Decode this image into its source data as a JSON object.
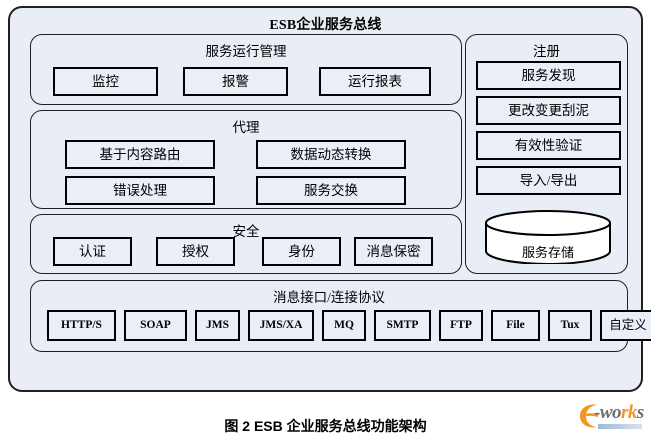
{
  "figure": {
    "title": "ESB企业服务总线",
    "caption": "图 2 ESB 企业服务总线功能架构"
  },
  "colors": {
    "panel_fill": "#e9edf5",
    "box_fill": "#eaeef6",
    "border": "#231f20",
    "box_border": "#000000",
    "logo_orange": "#f7941e",
    "logo_gray": "#6d6e71",
    "logo_bar_blue": "#9fb8d8"
  },
  "groups": {
    "service_runtime_management": {
      "title": "服务运行管理",
      "items": [
        {
          "label": "监控"
        },
        {
          "label": "报警"
        },
        {
          "label": "运行报表"
        }
      ]
    },
    "agent": {
      "title": "代理",
      "items": [
        {
          "label": "基于内容路由"
        },
        {
          "label": "数据动态转换"
        },
        {
          "label": "错误处理"
        },
        {
          "label": "服务交换"
        }
      ]
    },
    "security": {
      "title": "安全",
      "items": [
        {
          "label": "认证"
        },
        {
          "label": "授权"
        },
        {
          "label": "身份"
        },
        {
          "label": "消息保密"
        }
      ]
    },
    "registry": {
      "title": "注册",
      "items": [
        {
          "label": "服务发现"
        },
        {
          "label": "更改变更刮泥"
        },
        {
          "label": "有效性验证"
        },
        {
          "label": "导入/导出"
        }
      ],
      "storage": {
        "label": "服务存储"
      }
    },
    "message_interface": {
      "title": "消息接口/连接协议",
      "items": [
        {
          "label": "HTTP/S"
        },
        {
          "label": "SOAP"
        },
        {
          "label": "JMS"
        },
        {
          "label": "JMS/XA"
        },
        {
          "label": "MQ"
        },
        {
          "label": "SMTP"
        },
        {
          "label": "FTP"
        },
        {
          "label": "File"
        },
        {
          "label": "Tux"
        },
        {
          "label": "自定义"
        }
      ]
    }
  },
  "logo": {
    "e": "e",
    "dash": "-",
    "w": "w",
    "o": "o",
    "r": "r",
    "k": "k",
    "s": "s"
  }
}
